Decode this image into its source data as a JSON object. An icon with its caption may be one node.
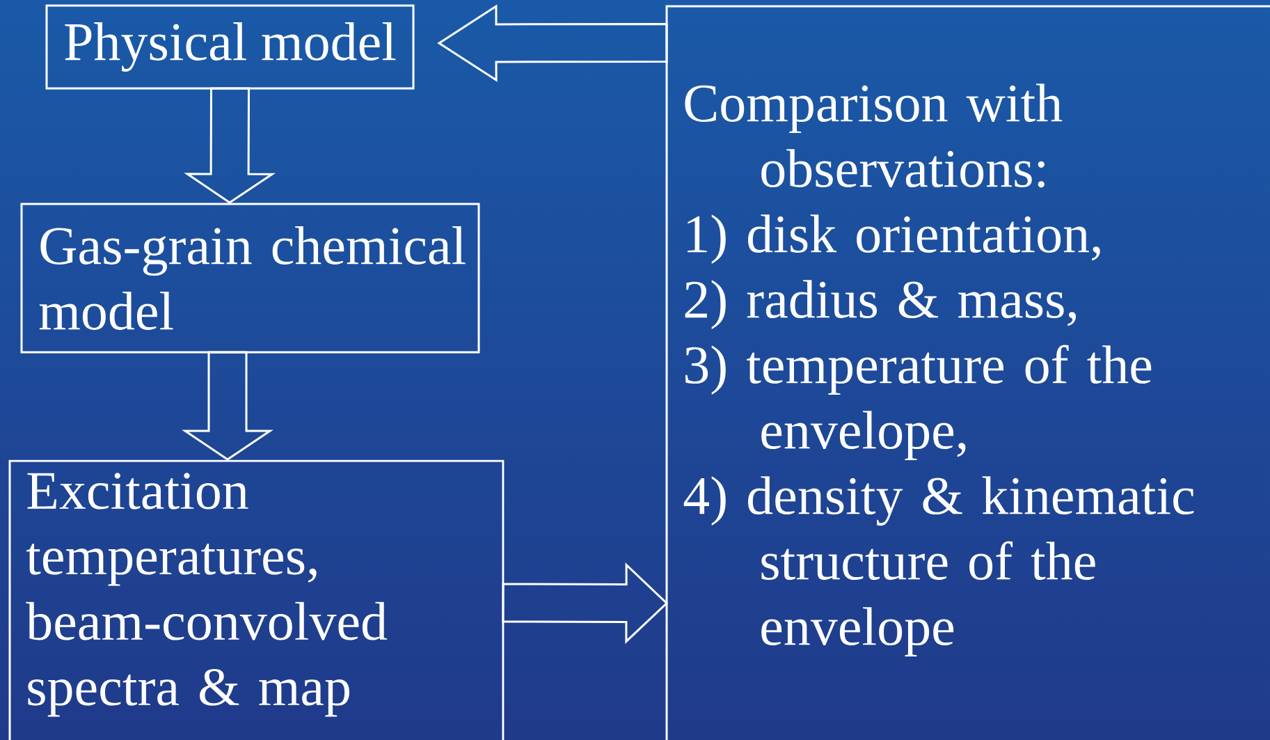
{
  "diagram": {
    "nodes": [
      {
        "text": [
          "Physical model"
        ]
      },
      {
        "text": [
          "Gas-grain chemical model"
        ]
      },
      {
        "text": [
          "Excitation temperatures, beam-convolved spectra & map"
        ]
      },
      {
        "text": [
          "Comparison with observations:",
          "1) disk orientation,",
          "2) radius & mass,",
          "3) temperature of the envelope,",
          "4) density & kinematic structure of the envelope"
        ]
      }
    ],
    "edges": [
      {
        "from": 0,
        "to": 1,
        "arrow": "to"
      },
      {
        "from": 1,
        "to": 2,
        "arrow": "to"
      },
      {
        "from": 2,
        "to": 3,
        "arrow": "to"
      },
      {
        "from": 3,
        "to": 0,
        "arrow": "to"
      }
    ]
  }
}
